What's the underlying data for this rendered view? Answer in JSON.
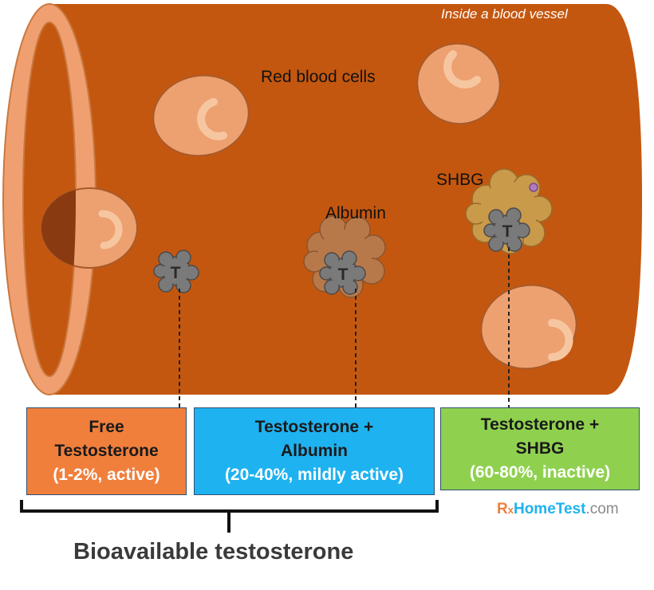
{
  "diagram": {
    "caption": "Inside a blood vessel",
    "labels": {
      "red_blood_cells": "Red blood cells",
      "albumin": "Albumin",
      "shbg": "SHBG",
      "testosterone_symbol": "T"
    },
    "boxes": [
      {
        "line1": "Free",
        "line2": "Testosterone",
        "line3": "(1-2%, active)"
      },
      {
        "line1": "Testosterone +",
        "line2": "Albumin",
        "line3": "(20-40%, mildly active)"
      },
      {
        "line1": "Testosterone +",
        "line2": "SHBG",
        "line3": "(60-80%, inactive)"
      }
    ],
    "bracket_label": "Bioavailable testosterone",
    "logo": {
      "r": "R",
      "x": "x",
      "home_test": "HomeTest",
      "com": ".com"
    }
  },
  "colors": {
    "vessel": "#c4570f",
    "vessel_wall": "#f0a070",
    "red_cell": "#eda070",
    "testosterone": "#7a7a7a",
    "albumin": "#b8794a",
    "shbg": "#c99a4a",
    "free_box": "#f07f3c",
    "albumin_box": "#1fb2f0",
    "shbg_box": "#8fd14f"
  }
}
